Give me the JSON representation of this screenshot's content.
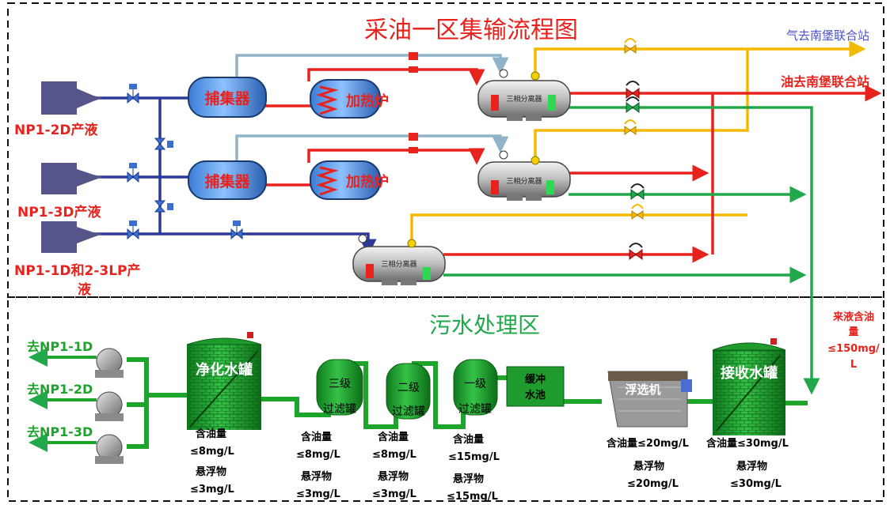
{
  "title": "采油一区集输流程图",
  "section2_title": "污水处理区",
  "outputs": {
    "gas": "气去南堡联合站",
    "oil": "油去南堡联合站"
  },
  "wells": [
    {
      "label": "NP1-2D产液"
    },
    {
      "label": "NP1-3D产液"
    },
    {
      "label": "NP1-1D和2-3LP产",
      "label2": "液"
    }
  ],
  "equipment": {
    "collector": "捕集器",
    "heater": "加热炉",
    "separator": "三相分离器"
  },
  "inlet": {
    "line1": "来液含油",
    "line2": "量",
    "line3": "≤150mg/",
    "line4": "L"
  },
  "destinations": [
    "去NP1-1D",
    "去NP1-2D",
    "去NP1-3D"
  ],
  "tanks": {
    "clean": "净化水罐",
    "receive": "接收水罐",
    "flotation": "浮选机",
    "buffer1": "缓冲",
    "buffer2": "水池",
    "f3": "三级",
    "f2": "二级",
    "f1": "一级",
    "ftank": "过滤罐"
  },
  "specs": {
    "oil_label": "含油量",
    "ss_label": "悬浮物",
    "clean_oil": "≤8mg/L",
    "clean_ss": "≤3mg/L",
    "f3_oil": "≤8mg/L",
    "f3_ss": "≤3mg/L",
    "f2_oil": "≤8mg/L",
    "f2_ss": "≤3mg/L",
    "f1_oil": "≤15mg/L",
    "f1_ss": "≤15mg/L",
    "flot_oil_full": "含油量≤20mg/L",
    "flot_ss": "≤20mg/L",
    "recv_oil_full": "含油量≤30mg/L",
    "recv_ss": "≤30mg/L"
  },
  "colors": {
    "title": "#e8221c",
    "oil": "#e8221c",
    "gas": "#f5b800",
    "water": "#21a84a",
    "liquid": "#2b3a9a",
    "steam": "#8fb4c9",
    "gas_text": "#4a4fd0",
    "tank_green": "#1f9a2c"
  }
}
